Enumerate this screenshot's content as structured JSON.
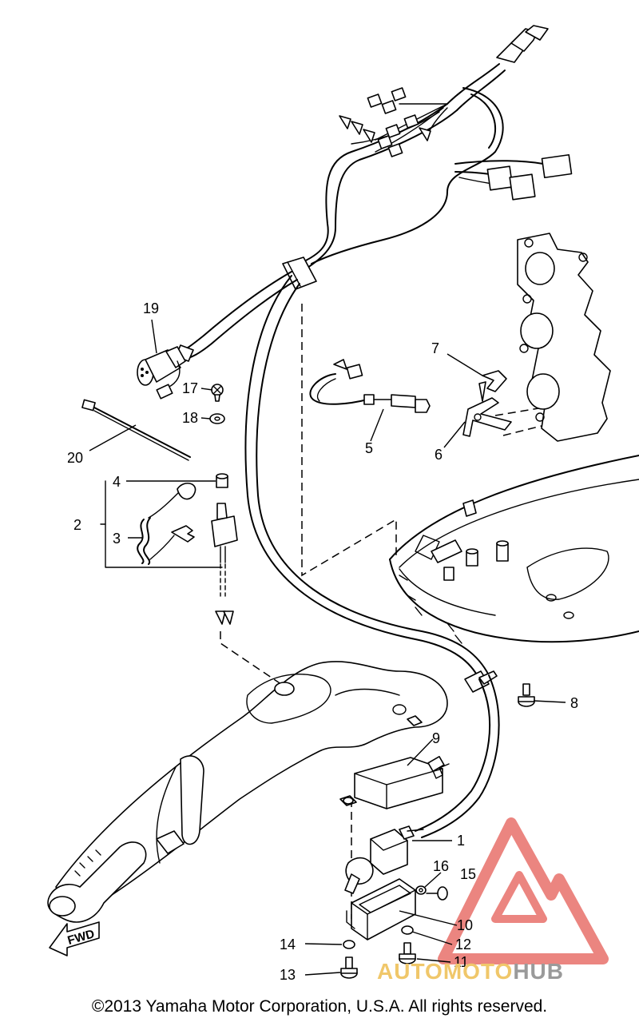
{
  "diagram": {
    "callouts": {
      "p1": "1",
      "p2": "2",
      "p3": "3",
      "p4": "4",
      "p5": "5",
      "p6": "6",
      "p7": "7",
      "p8": "8",
      "p9": "9",
      "p10": "10",
      "p11": "11",
      "p12": "12",
      "p13": "13",
      "p14": "14",
      "p15": "15",
      "p16": "16",
      "p17": "17",
      "p18": "18",
      "p19": "19",
      "p20": "20"
    },
    "fwd_label": "FWD",
    "line_color": "#000000",
    "background": "#ffffff"
  },
  "watermark": {
    "part1": "AUTO",
    "part2": "MOTO",
    "part3": "HUB",
    "triangle_color": "#e8706a",
    "text_color_primary": "#f0c76a",
    "text_color_secondary": "#9a9a9a"
  },
  "footer": {
    "copyright": "©2013 Yamaha Motor Corporation, U.S.A. All rights reserved."
  }
}
